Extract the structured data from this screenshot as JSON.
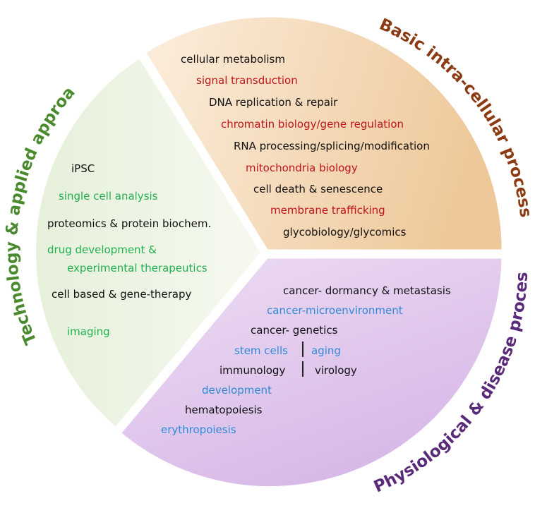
{
  "colors": {
    "black": "#111111",
    "red": "#c0141a",
    "green": "#20b050",
    "blue": "#2e8ad6",
    "basic_title": "#8b3a12",
    "tech_title": "#4a8a2e",
    "physio_title": "#5a2a7a"
  },
  "segments": {
    "basic": {
      "title": "Basic intra-cellular processes",
      "items": [
        {
          "text": "cellular metabolism",
          "color": "black"
        },
        {
          "text": "signal transduction",
          "color": "red"
        },
        {
          "text": "DNA replication & repair",
          "color": "black"
        },
        {
          "text": "chromatin biology/gene regulation",
          "color": "red"
        },
        {
          "text": "RNA processing/splicing/modification",
          "color": "black"
        },
        {
          "text": "mitochondria biology",
          "color": "red"
        },
        {
          "text": "cell death & senescence",
          "color": "black"
        },
        {
          "text": "membrane trafficking",
          "color": "red"
        },
        {
          "text": "glycobiology/glycomics",
          "color": "black"
        }
      ]
    },
    "technology": {
      "title": "Technology & applied approach",
      "items": [
        {
          "text": "iPSC",
          "color": "black"
        },
        {
          "text": "single cell analysis",
          "color": "green"
        },
        {
          "text": "proteomics & protein biochem.",
          "color": "black"
        },
        {
          "text": "drug development &",
          "color": "green"
        },
        {
          "text": "experimental therapeutics",
          "color": "green"
        },
        {
          "text": "cell based & gene-therapy",
          "color": "black"
        },
        {
          "text": "imaging",
          "color": "green"
        }
      ]
    },
    "physiological": {
      "title": "Physiological & disease process",
      "items": [
        {
          "text": "cancer- dormancy & metastasis",
          "color": "black"
        },
        {
          "text": "cancer-microenvironment",
          "color": "blue"
        },
        {
          "text": "cancer- genetics",
          "color": "black"
        },
        {
          "text": "stem cells",
          "color": "blue"
        },
        {
          "text": "aging",
          "color": "blue"
        },
        {
          "text": "immunology",
          "color": "black"
        },
        {
          "text": "virology",
          "color": "black"
        },
        {
          "text": "development",
          "color": "blue"
        },
        {
          "text": "hematopoiesis",
          "color": "black"
        },
        {
          "text": "erythropoiesis",
          "color": "blue"
        }
      ]
    }
  }
}
